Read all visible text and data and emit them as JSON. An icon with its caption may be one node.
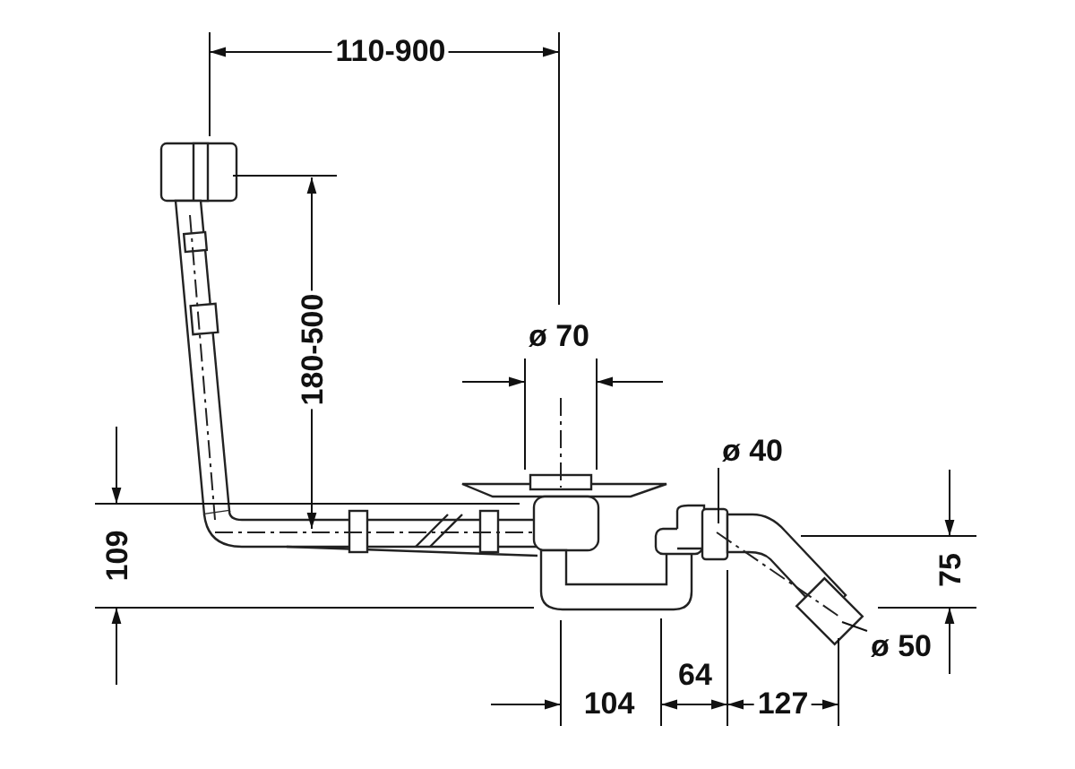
{
  "diagram": {
    "nodes": [
      {
        "text": [
          "ø 40"
        ]
      },
      {
        "text": [
          "ø 50"
        ]
      }
    ],
    "edges": [
      {
        "from": 0,
        "to": null,
        "arrow": "none"
      },
      {
        "from": 1,
        "to": null,
        "arrow": "none"
      }
    ],
    "labels": [
      "110-900",
      "180-500",
      "ø 70",
      "109",
      "75",
      "104",
      "64",
      "127"
    ]
  }
}
